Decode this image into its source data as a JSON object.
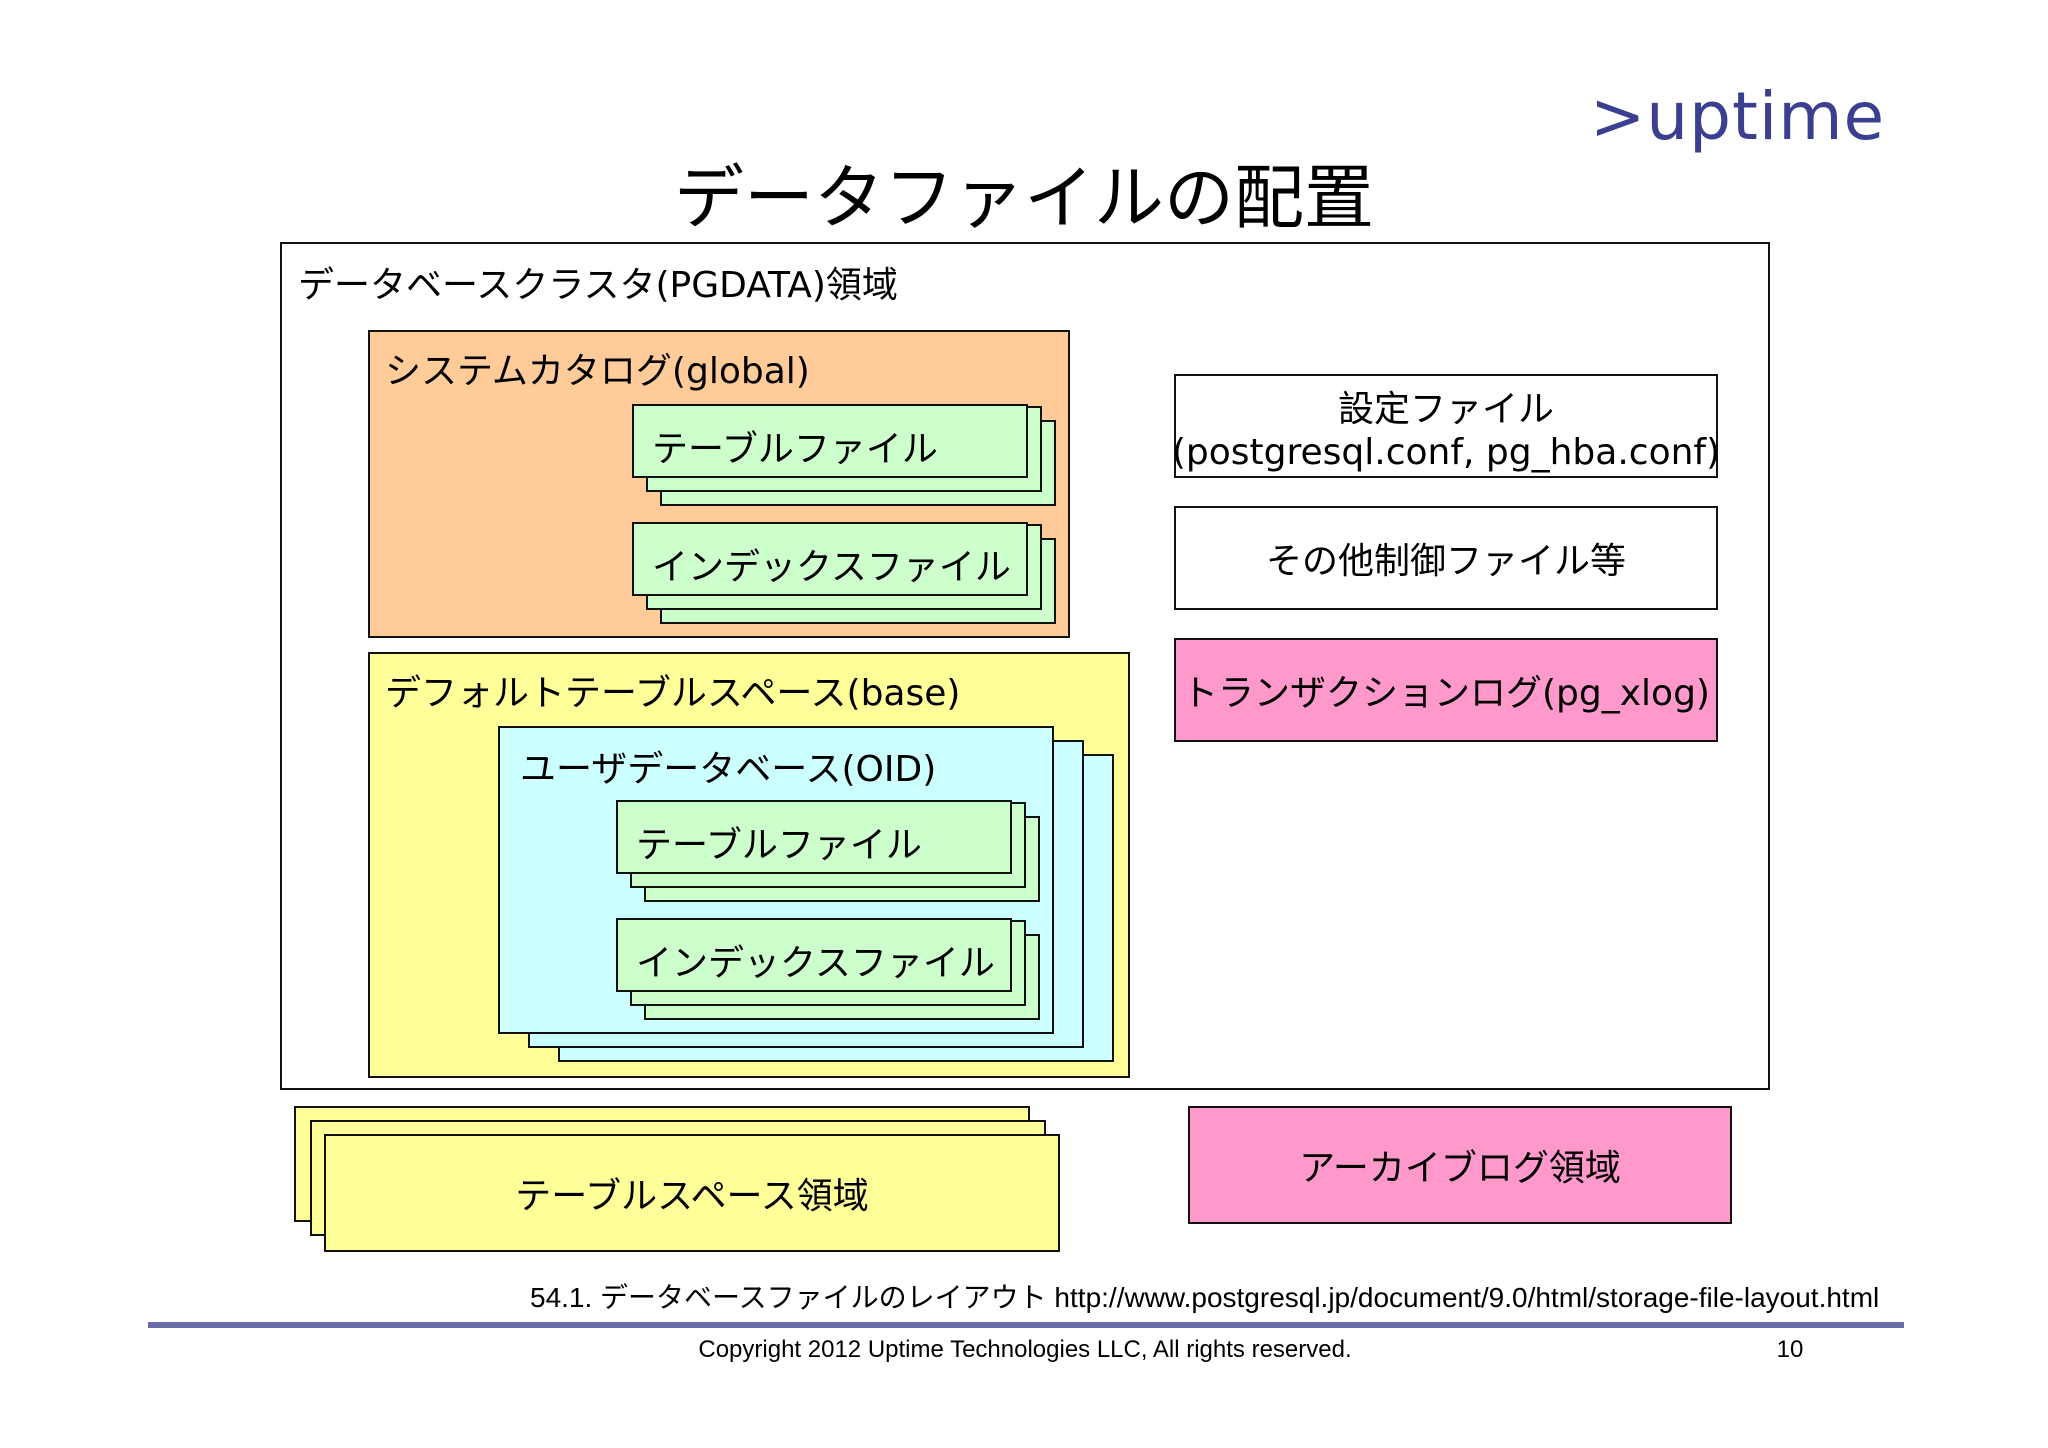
{
  "logo_text": ">uptime",
  "title": "データファイルの配置",
  "cluster": {
    "label": "データベースクラスタ(PGDATA)領域"
  },
  "global": {
    "label": "システムカタログ(global)",
    "table_file": "テーブルファイル",
    "index_file": "インデックスファイル"
  },
  "base": {
    "label": "デフォルトテーブルスペース(base)",
    "user_db": {
      "label": "ユーザデータベース(OID)",
      "table_file": "テーブルファイル",
      "index_file": "インデックスファイル"
    }
  },
  "config_file": {
    "line1": "設定ファイル",
    "line2": "(postgresql.conf, pg_hba.conf)"
  },
  "other_control": "その他制御ファイル等",
  "xlog": "トランザクションログ(pg_xlog)",
  "tablespace_area": "テーブルスペース領域",
  "archive_area": "アーカイブログ領域",
  "reference": "54.1. データベースファイルのレイアウト http://www.postgresql.jp/document/9.0/html/storage-file-layout.html",
  "copyright": "Copyright 2012 Uptime Technologies LLC, All rights reserved.",
  "page_number": "10",
  "colors": {
    "file_green": "#ccffcc",
    "catalog_orange": "#ffcc99",
    "tablespace_yellow": "#ffff99",
    "database_cyan": "#ccffff",
    "log_pink": "#ff99cc",
    "logo_blue": "#3b3f8f",
    "rule_purple": "#6c6ca8"
  }
}
